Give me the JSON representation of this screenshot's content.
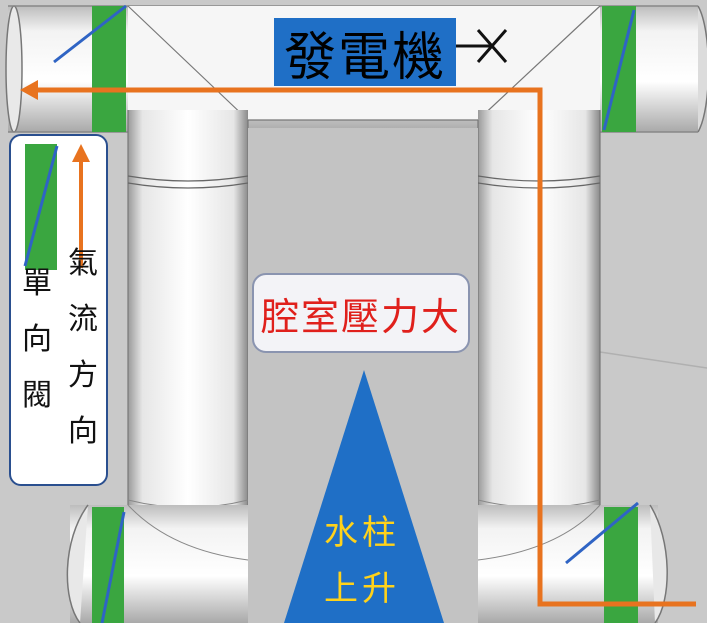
{
  "labels": {
    "generator": "發電機",
    "chamber_pressure": "腔室壓力大",
    "water_rise_line1": "水柱",
    "water_rise_line2": "上升"
  },
  "legend": {
    "valve_chars": [
      "單",
      "向",
      "閥"
    ],
    "airflow_chars": [
      "氣",
      "流",
      "方",
      "向"
    ]
  },
  "colors": {
    "background": "#c9c9c9",
    "pipe": "#f7f7f7",
    "valve_green": "#3aa640",
    "valve_line": "#2f64c4",
    "airflow_orange": "#e8731f",
    "generator_box": "#1f6fc6",
    "pressure_text": "#e0201c",
    "water_blue": "#1f6fc6",
    "water_text": "#ffd21a"
  }
}
